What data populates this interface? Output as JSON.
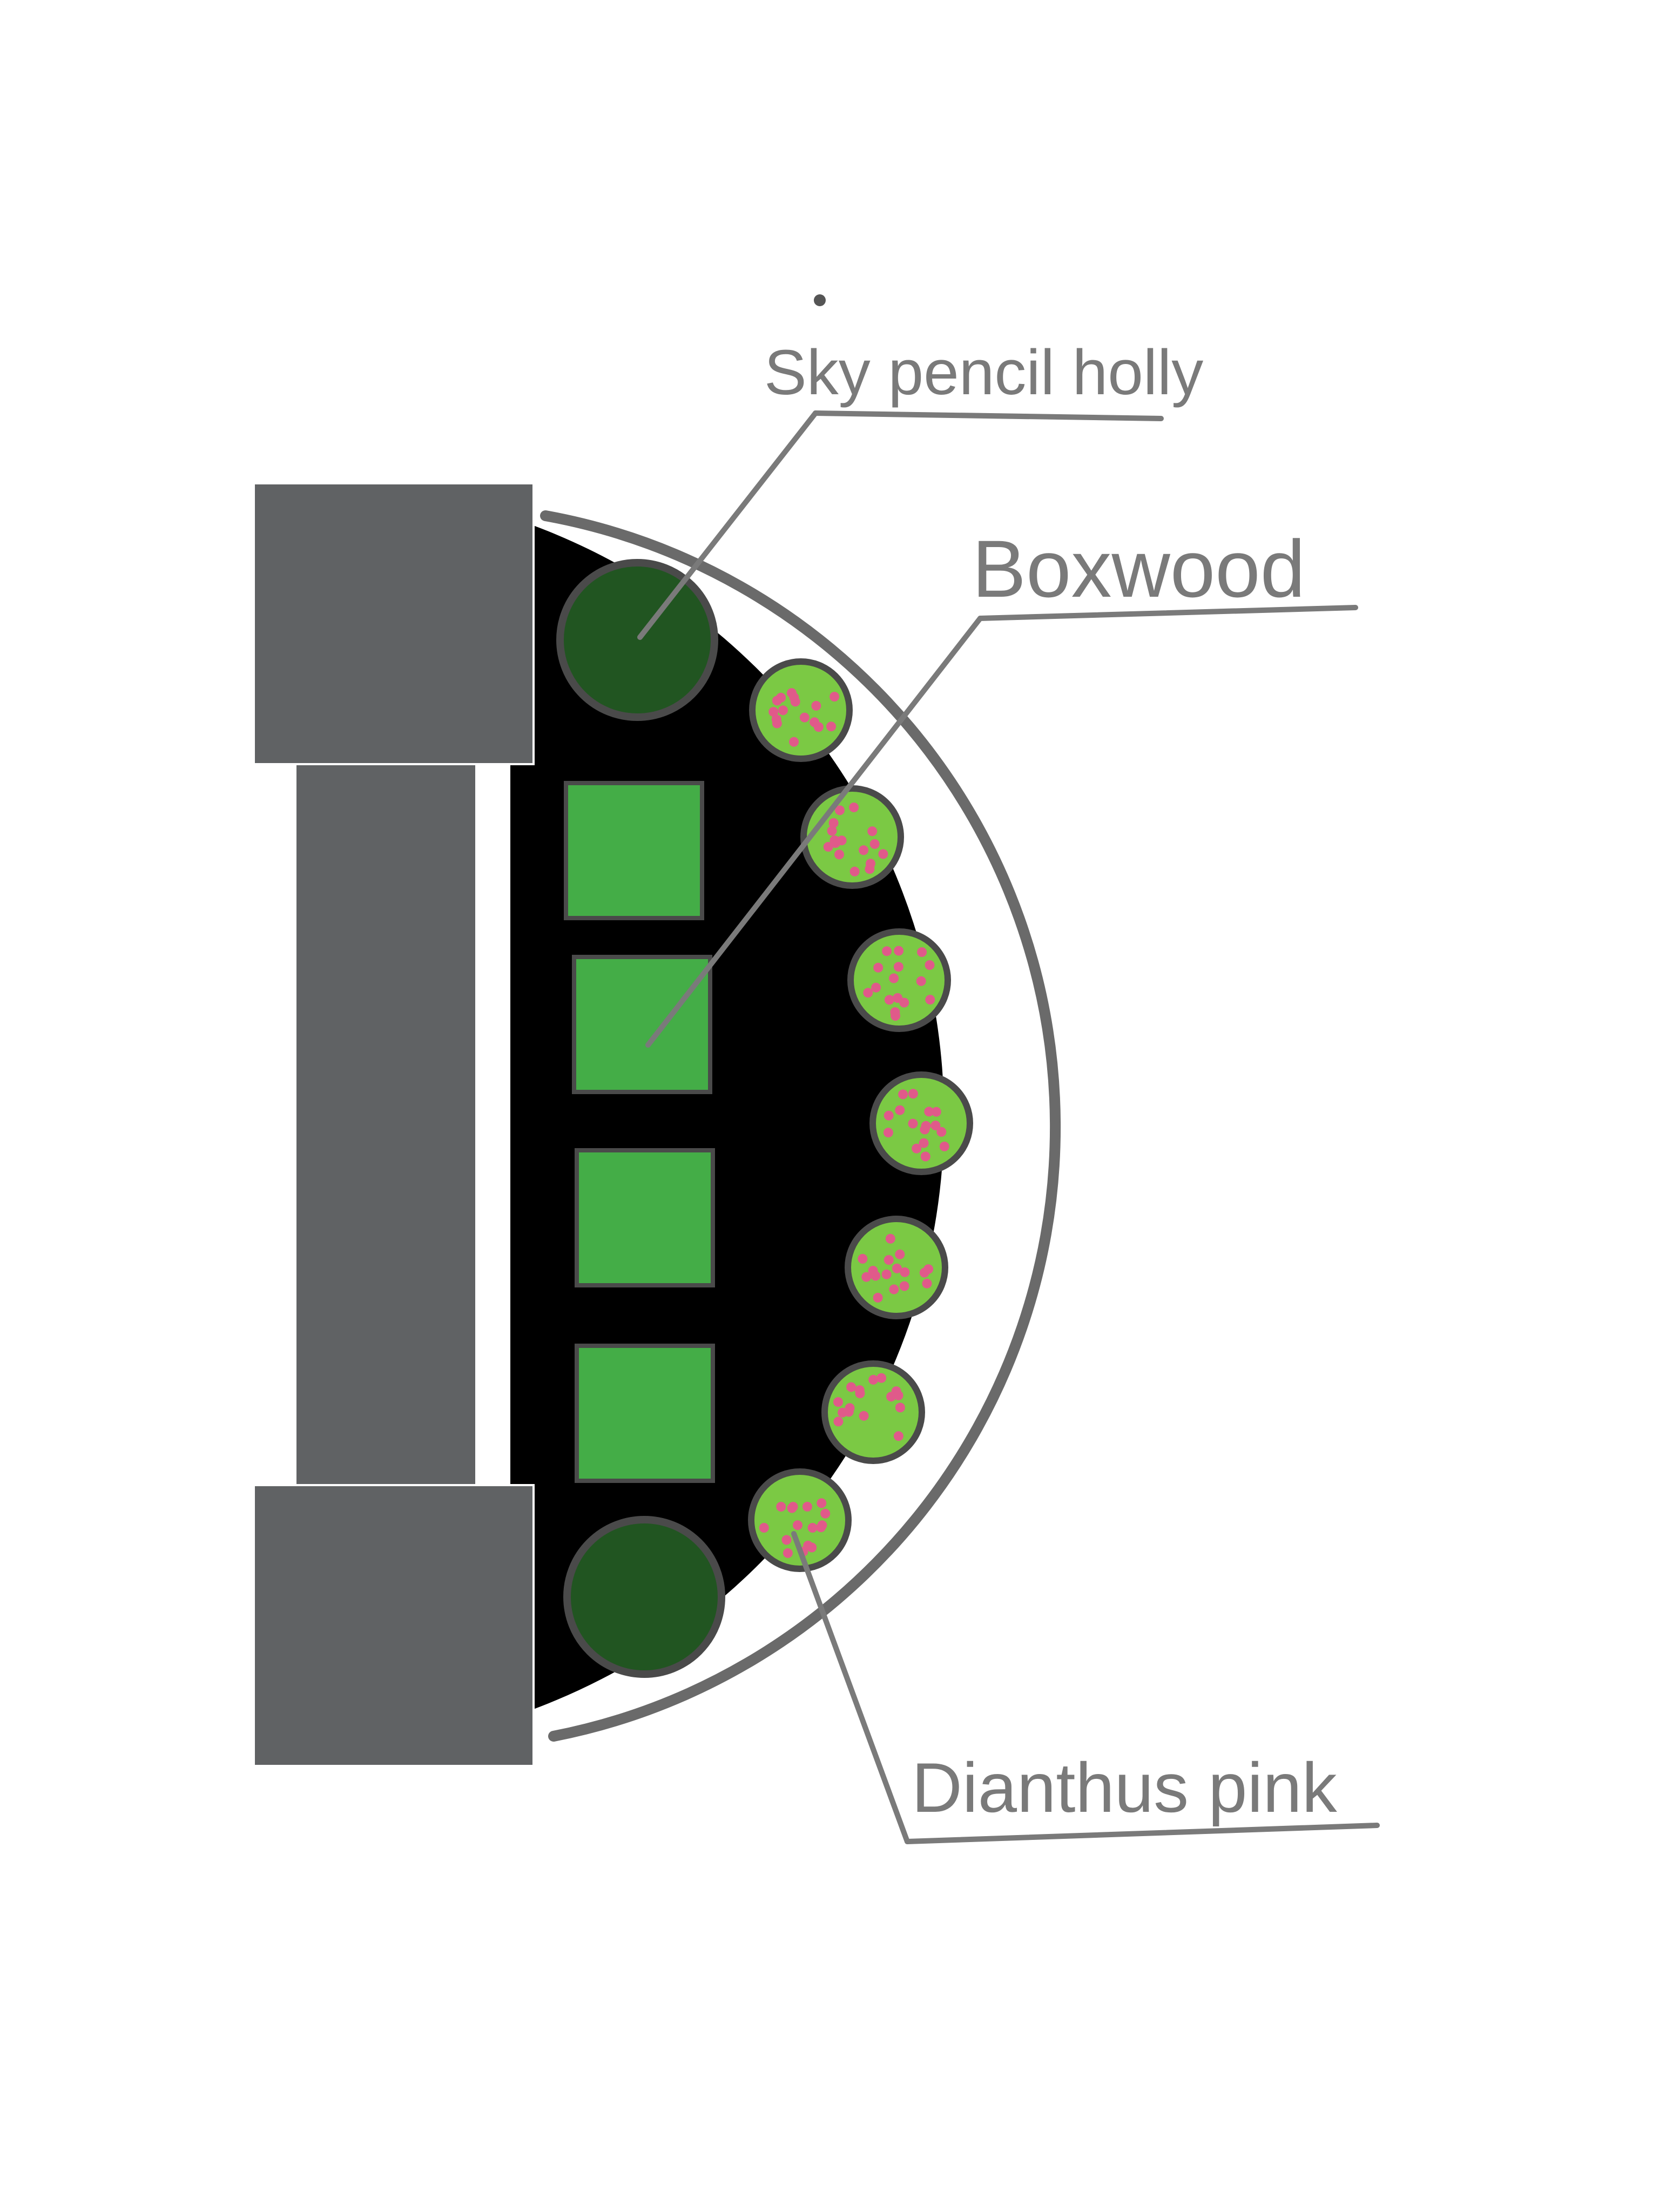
{
  "labels": {
    "sky_pencil_holly": "Sky pencil holly",
    "boxwood": "Boxwood",
    "dianthus_pink": "Dianthus pink"
  },
  "colors": {
    "background": "#ffffff",
    "bed_fill": "#000000",
    "bed_edge": "#6a6a6a",
    "pillar": "#606264",
    "pillar_outline": "#ffffff",
    "holly": "#215521",
    "boxwood": "#44ad47",
    "dianthus_foliage": "#7bc944",
    "dianthus_flower": "#e05a8a",
    "plant_outline": "#4a4a4a",
    "leader_line": "#7a7a7a"
  },
  "icons": {
    "holly": "dark-green-circle",
    "boxwood": "green-square",
    "dianthus": "pink-dotted-green-circle"
  }
}
